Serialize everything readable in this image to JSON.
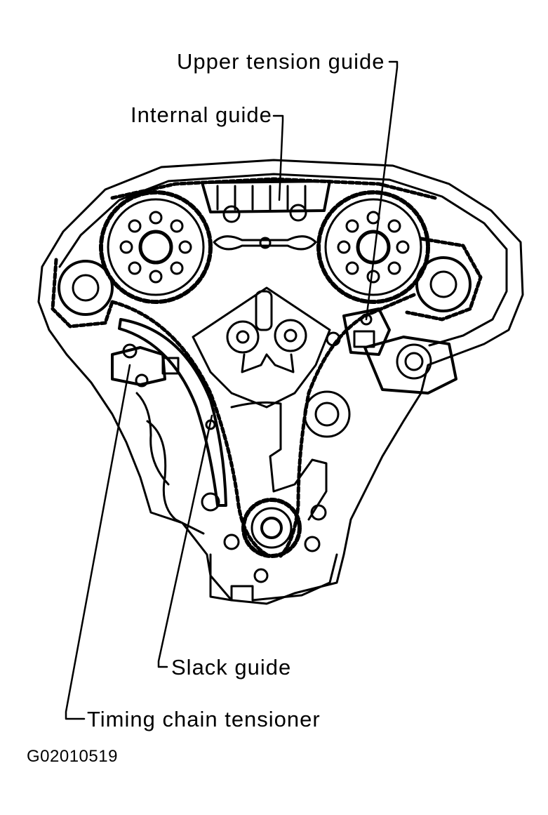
{
  "labels": {
    "upper_tension_guide": "Upper tension guide",
    "internal_guide": "Internal guide",
    "slack_guide": "Slack guide",
    "timing_chain_tensioner": "Timing chain tensioner"
  },
  "figure_code": "G02010519",
  "colors": {
    "ink": "#000000",
    "paper": "#ffffff"
  }
}
